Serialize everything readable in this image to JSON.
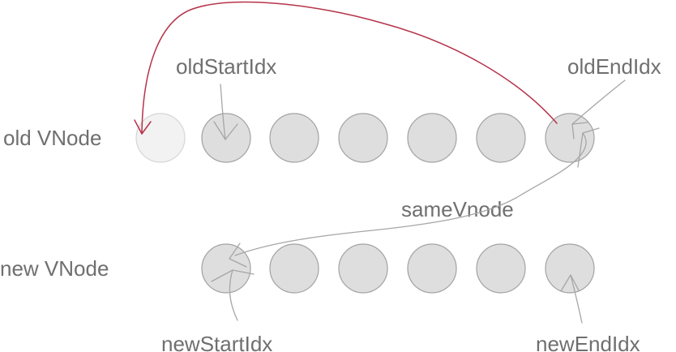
{
  "row_labels": {
    "old": "old VNode",
    "new": "new VNode"
  },
  "pointer_labels": {
    "old_start": "oldStartIdx",
    "old_end": "oldEndIdx",
    "new_start": "newStartIdx",
    "new_end": "newEndIdx",
    "same_vnode": "sameVnode"
  },
  "old_vnodes": {
    "count": 7,
    "placeholder_count": 1
  },
  "new_vnodes": {
    "count": 6
  },
  "colors": {
    "text": "#6f6f6f",
    "node_fill": "#dedede",
    "node_stroke": "#a3a3a3",
    "placeholder_fill": "#f2f2f2",
    "placeholder_stroke": "#d6d6d6",
    "connector": "#a6a6a6",
    "move_arrow": "#b5334a"
  }
}
